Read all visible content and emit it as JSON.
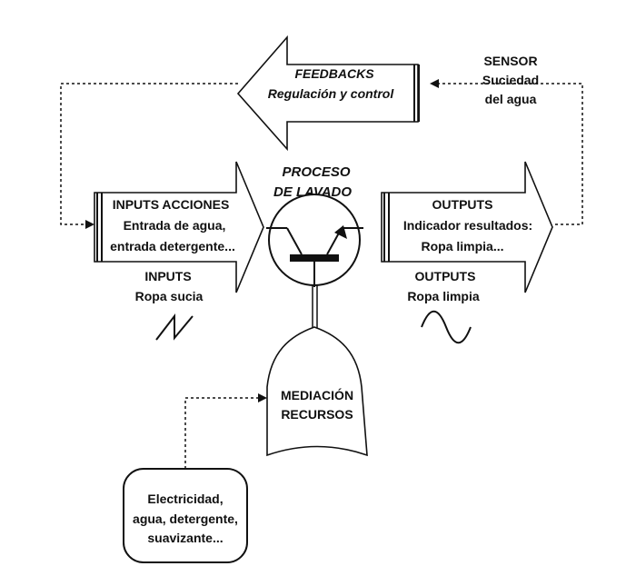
{
  "feedback": {
    "title": "FEEDBACKS",
    "subtitle": "Regulación y control"
  },
  "sensor": {
    "line1": "SENSOR",
    "line2": "Suciedad",
    "line3": "del agua"
  },
  "process": {
    "line1": "PROCESO",
    "line2": "DE LAVADO"
  },
  "inputs_arrow": {
    "title": "INPUTS ACCIONES",
    "line2": "Entrada de agua,",
    "line3": "entrada detergente..."
  },
  "outputs_arrow": {
    "title": "OUTPUTS",
    "line2": "Indicador resultados:",
    "line3": "Ropa limpia..."
  },
  "inputs_label": {
    "title": "INPUTS",
    "sub": "Ropa sucia"
  },
  "outputs_label": {
    "title": "OUTPUTS",
    "sub": "Ropa limpia"
  },
  "mediation": {
    "line1": "MEDIACIÓN",
    "line2": "RECURSOS"
  },
  "resources": {
    "line1": "Electricidad,",
    "line2": "agua, detergente,",
    "line3": "suavizante..."
  }
}
